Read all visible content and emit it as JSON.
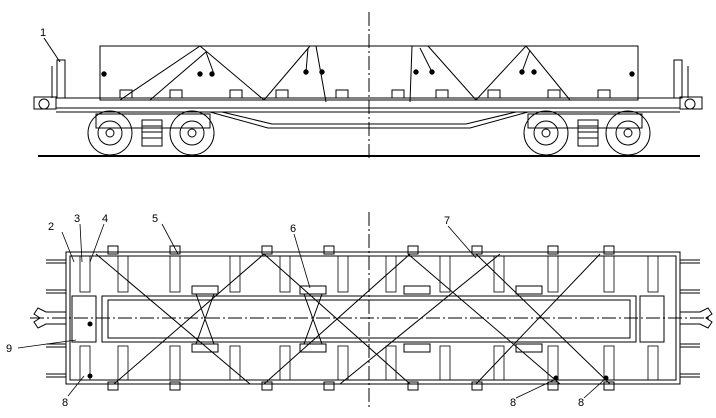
{
  "labels": {
    "n1": "1",
    "n2": "2",
    "n3": "3",
    "n4": "4",
    "n5": "5",
    "n6": "6",
    "n7": "7",
    "n8a": "8",
    "n8b": "8",
    "n8c": "8",
    "n9": "9"
  }
}
